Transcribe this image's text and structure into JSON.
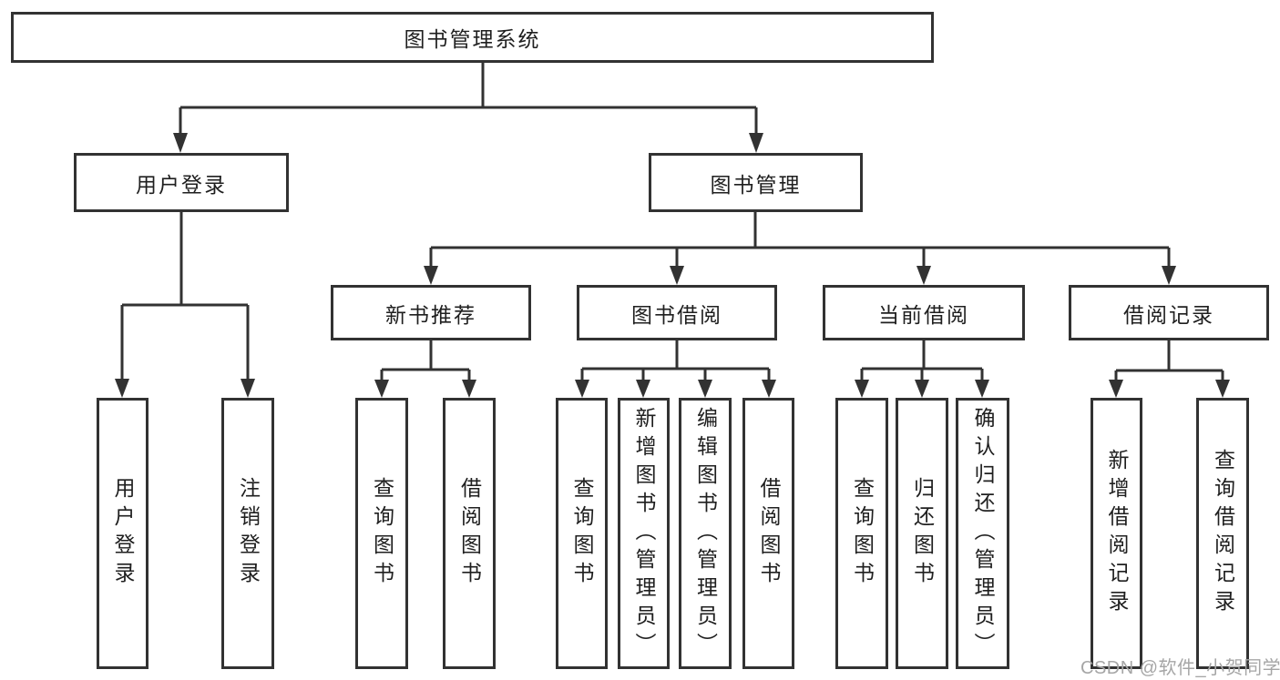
{
  "watermark": "CSDN @软件_小贺同学",
  "colors": {
    "line": "#323232",
    "box_border": "#323232",
    "box_background": "#ffffff",
    "label_text": "#1f1f1f",
    "watermark_text": "#a6a6a6"
  },
  "tree": {
    "label": "图书管理系统",
    "children": [
      {
        "label": "用户登录",
        "children": [
          {
            "label": "用户登录"
          },
          {
            "label": "注销登录"
          }
        ]
      },
      {
        "label": "图书管理",
        "children": [
          {
            "label": "新书推荐",
            "children": [
              {
                "label": "查询图书"
              },
              {
                "label": "借阅图书"
              }
            ]
          },
          {
            "label": "图书借阅",
            "children": [
              {
                "label": "查询图书"
              },
              {
                "label": "新增图书（管理员）"
              },
              {
                "label": "编辑图书（管理员）"
              },
              {
                "label": "借阅图书"
              }
            ]
          },
          {
            "label": "当前借阅",
            "children": [
              {
                "label": "查询图书"
              },
              {
                "label": "归还图书"
              },
              {
                "label": "确认归还（管理员）"
              }
            ]
          },
          {
            "label": "借阅记录",
            "children": [
              {
                "label": "新增借阅记录"
              },
              {
                "label": "查询借阅记录"
              }
            ]
          }
        ]
      }
    ]
  }
}
